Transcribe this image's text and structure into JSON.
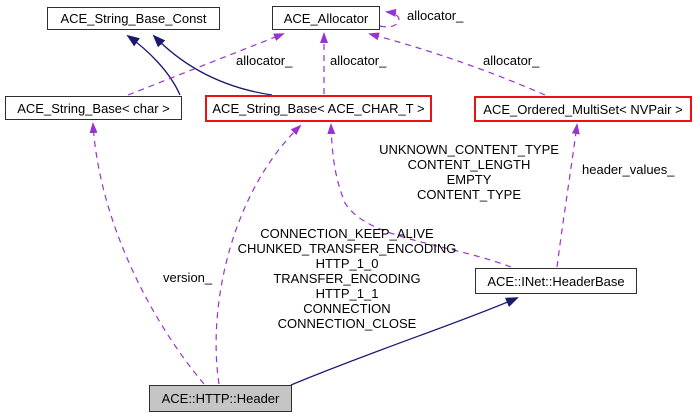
{
  "diagram": {
    "type": "collaboration-graph",
    "nodes": {
      "string_base_const": {
        "label": "ACE_String_Base_Const"
      },
      "allocator": {
        "label": "ACE_Allocator"
      },
      "string_base_char": {
        "label": "ACE_String_Base< char >"
      },
      "string_base_ace_char_t": {
        "label": "ACE_String_Base< ACE_CHAR_T >"
      },
      "ordered_multiset": {
        "label": "ACE_Ordered_MultiSet< NVPair >"
      },
      "inet_headerbase": {
        "label": "ACE::INet::HeaderBase"
      },
      "http_header": {
        "label": "ACE::HTTP::Header"
      }
    },
    "edge_labels": {
      "allocator_self": "allocator_",
      "allocator_from_string_base_char": "allocator_",
      "allocator_from_string_base_ace_char_t": "allocator_",
      "allocator_from_ordered_multiset": "allocator_",
      "header_values": "header_values_",
      "version": "version_",
      "headerbase_string_members": [
        "UNKNOWN_CONTENT_TYPE",
        "CONTENT_LENGTH",
        "EMPTY",
        "CONTENT_TYPE"
      ],
      "header_string_members": [
        "CONNECTION_KEEP_ALIVE",
        "CHUNKED_TRANSFER_ENCODING",
        "HTTP_1_0",
        "TRANSFER_ENCODING",
        "HTTP_1_1",
        "CONNECTION",
        "CONNECTION_CLOSE"
      ]
    },
    "colors": {
      "inheritance_edge": "#191970",
      "usage_edge": "#9a32cd",
      "node_border": "#2f2f2f",
      "external_node_border": "#ee1111",
      "current_node_fill": "#c5c5c5",
      "label_text": "#000000",
      "background": "#ffffff"
    }
  }
}
